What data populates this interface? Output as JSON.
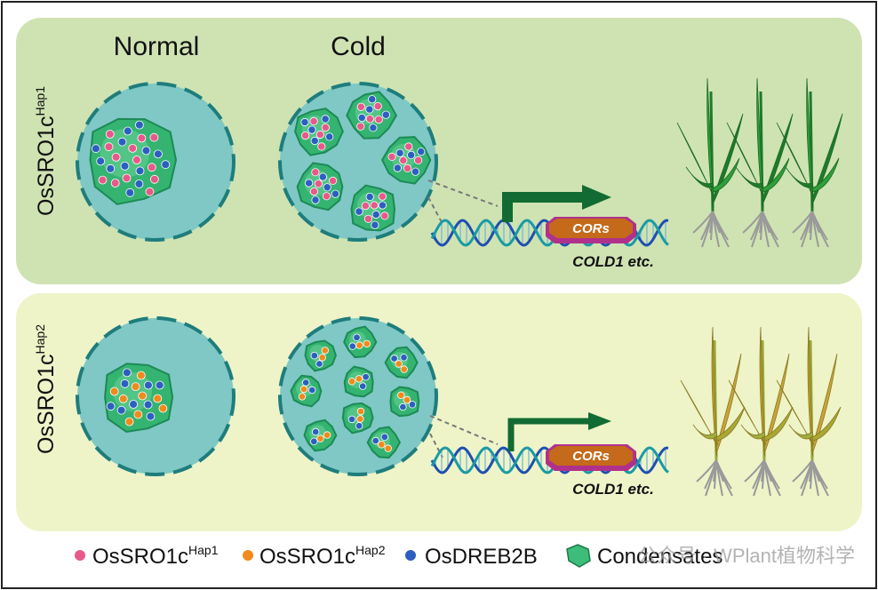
{
  "panels": [
    {
      "row_label": "OsSRO1c",
      "row_label_sup": "Hap1",
      "col_normal": "Normal",
      "col_cold": "Cold",
      "gene_box": "CORs",
      "gene_caption": "COLD1 etc.",
      "background": "#cfe3b2",
      "plant_state": "healthy"
    },
    {
      "row_label": "OsSRO1c",
      "row_label_sup": "Hap2",
      "gene_box": "CORs",
      "gene_caption": "COLD1 etc.",
      "background": "#eef4c8",
      "plant_state": "wilted"
    }
  ],
  "legend": {
    "hap1": {
      "label": "OsSRO1c",
      "sup": "Hap1",
      "color": "#e9588a"
    },
    "hap2": {
      "label": "OsSRO1c",
      "sup": "Hap2",
      "color": "#f08a1c"
    },
    "dreb": {
      "label": "OsDREB2B",
      "color": "#2d5fc1"
    },
    "condensate": {
      "label": "Condensates",
      "color": "#2fae6c"
    }
  },
  "watermark": "公众号 · WPlant植物科学",
  "colors": {
    "cell_fill": "#7fc8c6",
    "cell_border": "#1e7d7c",
    "condensate_fill": "#3dbd79",
    "arrow": "#116b32",
    "dna_blue": "#1e4fb0",
    "dna_teal": "#1a9aa5",
    "cors_box": "#c46a1a",
    "cors_outline": "#b0318c"
  }
}
